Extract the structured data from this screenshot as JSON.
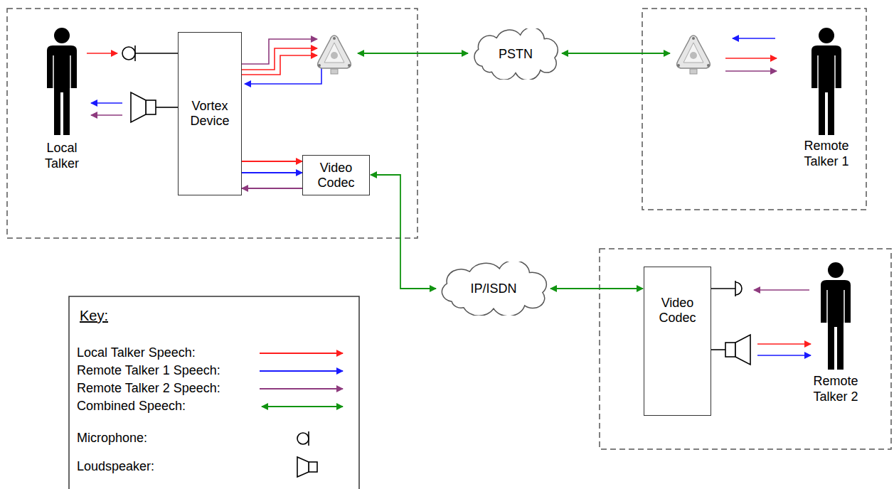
{
  "diagram": {
    "nodes": [
      {
        "text": [
          "Vortex Device"
        ]
      },
      {
        "text": [
          "Video Codec"
        ]
      },
      {
        "text": [
          "PSTN"
        ]
      },
      {
        "text": [
          "IP/ISDN"
        ]
      },
      {
        "text": [
          "Video Codec"
        ]
      }
    ],
    "edges": [
      {
        "from": 0,
        "to": 1,
        "arrow": "to"
      },
      {
        "from": 0,
        "to": 1,
        "arrow": "to"
      },
      {
        "from": 1,
        "to": 0,
        "arrow": "to"
      },
      {
        "from": 1,
        "to": 3,
        "arrow": "both"
      },
      {
        "from": 3,
        "to": 4,
        "arrow": "both"
      }
    ],
    "labels": [
      "Local Talker",
      "Remote Talker 1",
      "Remote Talker 2",
      "Key:"
    ],
    "legend": [
      {
        "text": "Local Talker Speech:"
      },
      {
        "text": "Remote Talker 1 Speech:"
      },
      {
        "text": "Remote Talker 2 Speech:"
      },
      {
        "text": "Combined Speech:"
      },
      {
        "text": "Microphone:"
      },
      {
        "text": "Loudspeaker:"
      }
    ]
  }
}
